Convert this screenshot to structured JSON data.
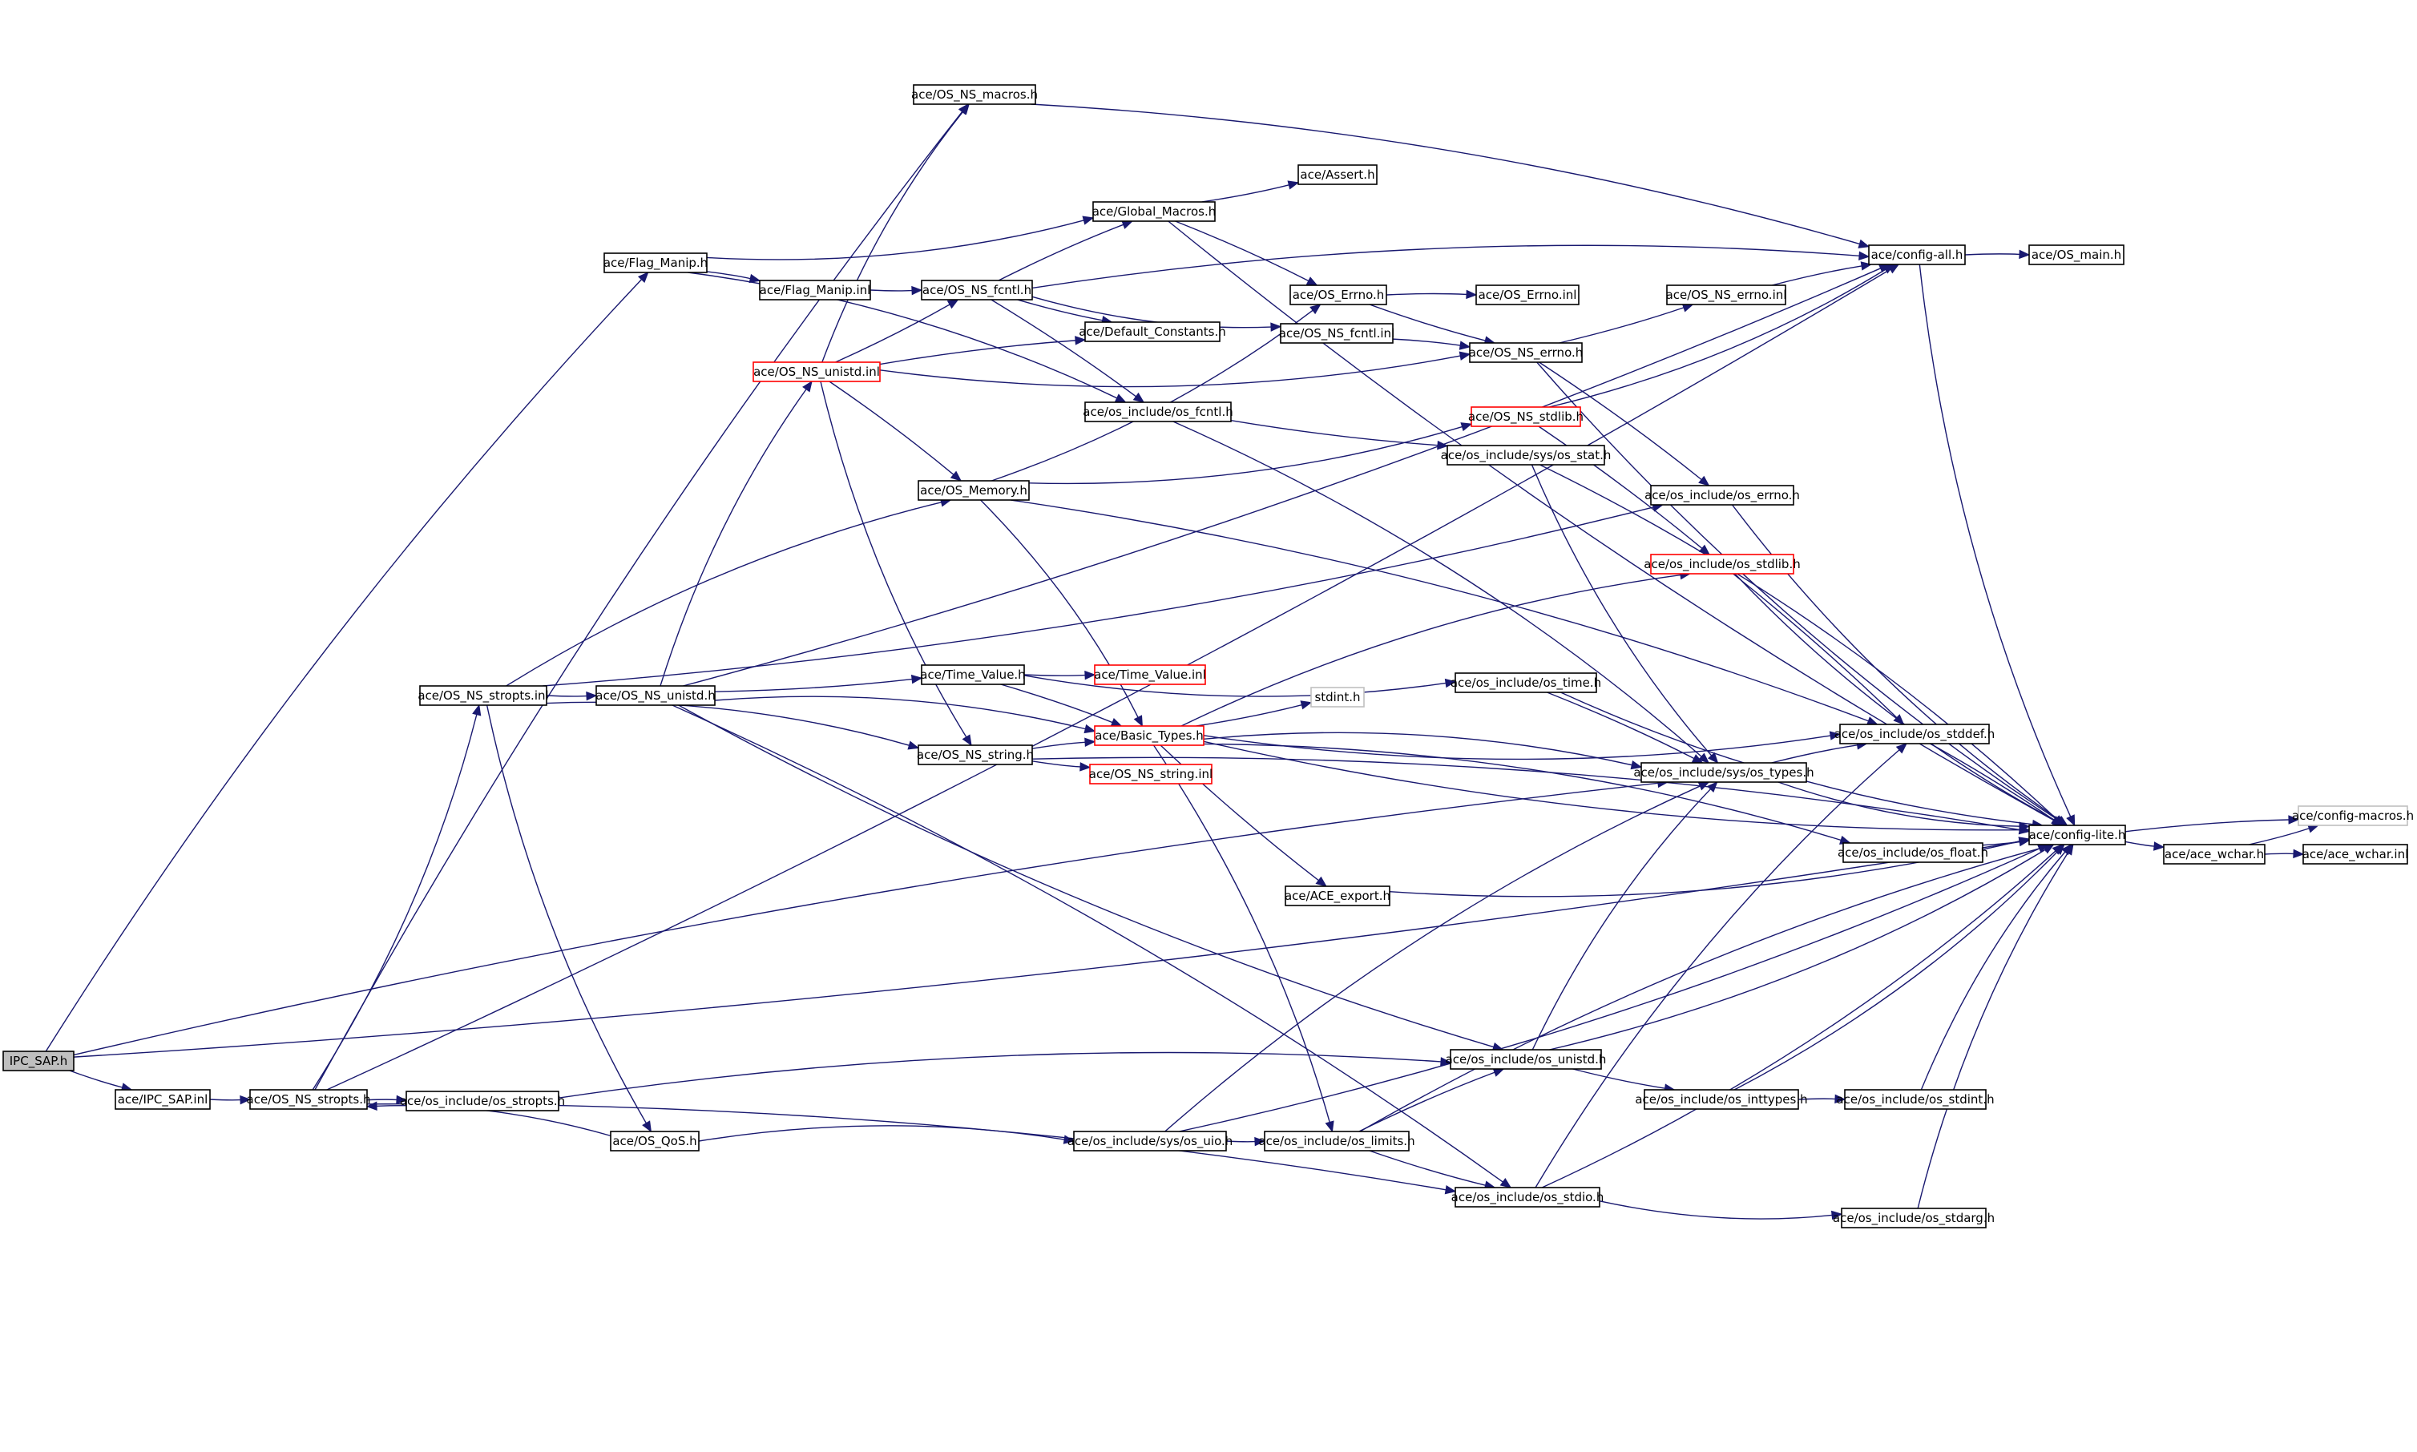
{
  "graph": {
    "title": "",
    "nodes": [
      {
        "id": "ipc_sap_h",
        "label": "IPC_SAP.h",
        "style": "root"
      },
      {
        "id": "ipc_sap_inl",
        "label": "ace/IPC_SAP.inl",
        "style": "normal"
      },
      {
        "id": "os_ns_stropts_h",
        "label": "ace/OS_NS_stropts.h",
        "style": "normal"
      },
      {
        "id": "os_include_os_stropts_h",
        "label": "ace/os_include/os_stropts.h",
        "style": "normal"
      },
      {
        "id": "os_qos_h",
        "label": "ace/OS_QoS.h",
        "style": "normal"
      },
      {
        "id": "os_ns_stropts_inl",
        "label": "ace/OS_NS_stropts.inl",
        "style": "normal"
      },
      {
        "id": "os_ns_unistd_h",
        "label": "ace/OS_NS_unistd.h",
        "style": "normal"
      },
      {
        "id": "flag_manip_h",
        "label": "ace/Flag_Manip.h",
        "style": "normal"
      },
      {
        "id": "flag_manip_inl",
        "label": "ace/Flag_Manip.inl",
        "style": "normal"
      },
      {
        "id": "os_ns_unistd_inl",
        "label": "ace/OS_NS_unistd.inl",
        "style": "red"
      },
      {
        "id": "os_ns_macros_h",
        "label": "ace/OS_NS_macros.h",
        "style": "normal"
      },
      {
        "id": "global_macros_h",
        "label": "ace/Global_Macros.h",
        "style": "normal"
      },
      {
        "id": "os_ns_fcntl_h",
        "label": "ace/OS_NS_fcntl.h",
        "style": "normal"
      },
      {
        "id": "default_constants_h",
        "label": "ace/Default_Constants.h",
        "style": "normal"
      },
      {
        "id": "os_include_os_fcntl_h",
        "label": "ace/os_include/os_fcntl.h",
        "style": "normal"
      },
      {
        "id": "os_memory_h",
        "label": "ace/OS_Memory.h",
        "style": "normal"
      },
      {
        "id": "time_value_h",
        "label": "ace/Time_Value.h",
        "style": "normal"
      },
      {
        "id": "time_value_inl",
        "label": "ace/Time_Value.inl",
        "style": "red"
      },
      {
        "id": "os_ns_string_h",
        "label": "ace/OS_NS_string.h",
        "style": "normal"
      },
      {
        "id": "os_ns_string_inl",
        "label": "ace/OS_NS_string.inl",
        "style": "red"
      },
      {
        "id": "basic_types_h",
        "label": "ace/Basic_Types.h",
        "style": "red"
      },
      {
        "id": "stdint_h",
        "label": "stdint.h",
        "style": "gray"
      },
      {
        "id": "ace_export_h",
        "label": "ace/ACE_export.h",
        "style": "normal"
      },
      {
        "id": "assert_h",
        "label": "ace/Assert.h",
        "style": "normal"
      },
      {
        "id": "os_errno_h",
        "label": "ace/OS_Errno.h",
        "style": "normal"
      },
      {
        "id": "os_errno_inl",
        "label": "ace/OS_Errno.inl",
        "style": "normal"
      },
      {
        "id": "os_ns_fcntl_inl",
        "label": "ace/OS_NS_fcntl.inl",
        "style": "normal"
      },
      {
        "id": "os_ns_errno_h",
        "label": "ace/OS_NS_errno.h",
        "style": "normal"
      },
      {
        "id": "os_ns_errno_inl",
        "label": "ace/OS_NS_errno.inl",
        "style": "normal"
      },
      {
        "id": "os_ns_stdlib_h",
        "label": "ace/OS_NS_stdlib.h",
        "style": "red"
      },
      {
        "id": "sys_os_stat_h",
        "label": "ace/os_include/sys/os_stat.h",
        "style": "normal"
      },
      {
        "id": "os_include_os_errno_h",
        "label": "ace/os_include/os_errno.h",
        "style": "normal"
      },
      {
        "id": "os_include_os_stdlib_h",
        "label": "ace/os_include/os_stdlib.h",
        "style": "red"
      },
      {
        "id": "os_include_os_time_h",
        "label": "ace/os_include/os_time.h",
        "style": "normal"
      },
      {
        "id": "os_include_os_stddef_h",
        "label": "ace/os_include/os_stddef.h",
        "style": "normal"
      },
      {
        "id": "sys_os_types_h",
        "label": "ace/os_include/sys/os_types.h",
        "style": "normal"
      },
      {
        "id": "os_include_os_float_h",
        "label": "ace/os_include/os_float.h",
        "style": "normal"
      },
      {
        "id": "config_all_h",
        "label": "ace/config-all.h",
        "style": "normal"
      },
      {
        "id": "os_main_h",
        "label": "ace/OS_main.h",
        "style": "normal"
      },
      {
        "id": "config_lite_h",
        "label": "ace/config-lite.h",
        "style": "normal"
      },
      {
        "id": "config_macros_h",
        "label": "ace/config-macros.h",
        "style": "gray"
      },
      {
        "id": "ace_wchar_h",
        "label": "ace/ace_wchar.h",
        "style": "normal"
      },
      {
        "id": "ace_wchar_inl",
        "label": "ace/ace_wchar.inl",
        "style": "normal"
      },
      {
        "id": "os_include_os_unistd_h",
        "label": "ace/os_include/os_unistd.h",
        "style": "normal"
      },
      {
        "id": "os_include_os_inttypes_h",
        "label": "ace/os_include/os_inttypes.h",
        "style": "normal"
      },
      {
        "id": "os_include_os_stdint_h",
        "label": "ace/os_include/os_stdint.h",
        "style": "normal"
      },
      {
        "id": "sys_os_uio_h",
        "label": "ace/os_include/sys/os_uio.h",
        "style": "normal"
      },
      {
        "id": "os_include_os_limits_h",
        "label": "ace/os_include/os_limits.h",
        "style": "normal"
      },
      {
        "id": "os_include_os_stdio_h",
        "label": "ace/os_include/os_stdio.h",
        "style": "normal"
      },
      {
        "id": "os_include_os_stdarg_h",
        "label": "ace/os_include/os_stdarg.h",
        "style": "normal"
      }
    ],
    "edges": [
      [
        "ipc_sap_h",
        "ipc_sap_inl"
      ],
      [
        "ipc_sap_h",
        "flag_manip_h"
      ],
      [
        "ipc_sap_h",
        "config_lite_h"
      ],
      [
        "ipc_sap_h",
        "sys_os_types_h"
      ],
      [
        "ipc_sap_inl",
        "os_ns_stropts_h"
      ],
      [
        "os_ns_stropts_h",
        "os_include_os_stropts_h"
      ],
      [
        "os_ns_stropts_h",
        "os_ns_stropts_inl"
      ],
      [
        "os_ns_stropts_h",
        "os_ns_macros_h"
      ],
      [
        "os_ns_stropts_h",
        "config_all_h"
      ],
      [
        "os_ns_stropts_h",
        "os_include_os_stdio_h"
      ],
      [
        "os_qos_h",
        "os_ns_stropts_h"
      ],
      [
        "os_qos_h",
        "sys_os_uio_h"
      ],
      [
        "os_ns_stropts_inl",
        "os_ns_unistd_h"
      ],
      [
        "os_ns_stropts_inl",
        "os_ns_string_h"
      ],
      [
        "os_ns_stropts_inl",
        "os_qos_h"
      ],
      [
        "os_ns_stropts_inl",
        "os_memory_h"
      ],
      [
        "os_ns_stropts_inl",
        "os_include_os_errno_h"
      ],
      [
        "os_ns_unistd_h",
        "os_ns_unistd_inl"
      ],
      [
        "os_ns_unistd_h",
        "time_value_h"
      ],
      [
        "os_ns_unistd_h",
        "basic_types_h"
      ],
      [
        "os_ns_unistd_h",
        "os_include_os_unistd_h"
      ],
      [
        "os_ns_unistd_h",
        "os_include_os_stdio_h"
      ],
      [
        "os_ns_unistd_h",
        "config_all_h"
      ],
      [
        "flag_manip_h",
        "flag_manip_inl"
      ],
      [
        "flag_manip_h",
        "global_macros_h"
      ],
      [
        "flag_manip_h",
        "os_include_os_fcntl_h"
      ],
      [
        "flag_manip_inl",
        "os_ns_fcntl_h"
      ],
      [
        "os_ns_unistd_inl",
        "os_ns_macros_h"
      ],
      [
        "os_ns_unistd_inl",
        "os_ns_fcntl_h"
      ],
      [
        "os_ns_unistd_inl",
        "default_constants_h"
      ],
      [
        "os_ns_unistd_inl",
        "os_ns_errno_h"
      ],
      [
        "os_ns_unistd_inl",
        "os_memory_h"
      ],
      [
        "os_ns_unistd_inl",
        "os_ns_string_h"
      ],
      [
        "os_ns_macros_h",
        "config_all_h"
      ],
      [
        "global_macros_h",
        "assert_h"
      ],
      [
        "global_macros_h",
        "os_errno_h"
      ],
      [
        "global_macros_h",
        "config_lite_h"
      ],
      [
        "os_ns_fcntl_h",
        "global_macros_h"
      ],
      [
        "os_ns_fcntl_h",
        "default_constants_h"
      ],
      [
        "os_ns_fcntl_h",
        "os_include_os_fcntl_h"
      ],
      [
        "os_ns_fcntl_h",
        "os_ns_fcntl_inl"
      ],
      [
        "os_ns_fcntl_h",
        "config_all_h"
      ],
      [
        "os_include_os_fcntl_h",
        "sys_os_stat_h"
      ],
      [
        "os_include_os_fcntl_h",
        "sys_os_types_h"
      ],
      [
        "os_memory_h",
        "os_errno_h"
      ],
      [
        "os_memory_h",
        "basic_types_h"
      ],
      [
        "os_memory_h",
        "os_ns_stdlib_h"
      ],
      [
        "os_memory_h",
        "os_include_os_stddef_h"
      ],
      [
        "time_value_h",
        "time_value_inl"
      ],
      [
        "time_value_h",
        "basic_types_h"
      ],
      [
        "time_value_h",
        "os_include_os_time_h"
      ],
      [
        "os_ns_string_h",
        "basic_types_h"
      ],
      [
        "os_ns_string_h",
        "os_ns_string_inl"
      ],
      [
        "os_ns_string_h",
        "config_lite_h"
      ],
      [
        "basic_types_h",
        "stdint_h"
      ],
      [
        "basic_types_h",
        "os_include_os_stdlib_h"
      ],
      [
        "basic_types_h",
        "os_include_os_stddef_h"
      ],
      [
        "basic_types_h",
        "sys_os_types_h"
      ],
      [
        "basic_types_h",
        "config_lite_h"
      ],
      [
        "basic_types_h",
        "os_include_os_float_h"
      ],
      [
        "basic_types_h",
        "ace_export_h"
      ],
      [
        "basic_types_h",
        "os_include_os_limits_h"
      ],
      [
        "ace_export_h",
        "config_lite_h"
      ],
      [
        "os_errno_h",
        "os_errno_inl"
      ],
      [
        "os_errno_h",
        "os_ns_errno_h"
      ],
      [
        "os_ns_fcntl_inl",
        "os_ns_errno_h"
      ],
      [
        "os_ns_errno_h",
        "os_ns_errno_inl"
      ],
      [
        "os_ns_errno_h",
        "os_include_os_errno_h"
      ],
      [
        "os_ns_errno_h",
        "config_lite_h"
      ],
      [
        "os_ns_errno_inl",
        "config_all_h"
      ],
      [
        "os_ns_stdlib_h",
        "config_all_h"
      ],
      [
        "os_ns_stdlib_h",
        "os_include_os_stdlib_h"
      ],
      [
        "sys_os_stat_h",
        "sys_os_types_h"
      ],
      [
        "sys_os_stat_h",
        "config_lite_h"
      ],
      [
        "os_include_os_errno_h",
        "config_lite_h"
      ],
      [
        "os_include_os_stdlib_h",
        "os_include_os_stddef_h"
      ],
      [
        "os_include_os_stdlib_h",
        "config_lite_h"
      ],
      [
        "os_include_os_time_h",
        "sys_os_types_h"
      ],
      [
        "os_include_os_time_h",
        "config_lite_h"
      ],
      [
        "sys_os_types_h",
        "os_include_os_stddef_h"
      ],
      [
        "sys_os_types_h",
        "config_lite_h"
      ],
      [
        "os_include_os_stddef_h",
        "config_lite_h"
      ],
      [
        "os_include_os_float_h",
        "config_lite_h"
      ],
      [
        "config_all_h",
        "os_main_h"
      ],
      [
        "config_all_h",
        "config_lite_h"
      ],
      [
        "config_lite_h",
        "config_macros_h"
      ],
      [
        "config_lite_h",
        "ace_wchar_h"
      ],
      [
        "ace_wchar_h",
        "ace_wchar_inl"
      ],
      [
        "ace_wchar_h",
        "config_macros_h"
      ],
      [
        "os_include_os_stropts_h",
        "os_include_os_unistd_h"
      ],
      [
        "os_include_os_unistd_h",
        "os_include_os_inttypes_h"
      ],
      [
        "os_include_os_unistd_h",
        "sys_os_types_h"
      ],
      [
        "os_include_os_unistd_h",
        "config_lite_h"
      ],
      [
        "os_include_os_inttypes_h",
        "os_include_os_stdint_h"
      ],
      [
        "os_include_os_inttypes_h",
        "config_lite_h"
      ],
      [
        "os_include_os_stdint_h",
        "config_lite_h"
      ],
      [
        "sys_os_uio_h",
        "os_include_os_limits_h"
      ],
      [
        "sys_os_uio_h",
        "sys_os_types_h"
      ],
      [
        "sys_os_uio_h",
        "config_lite_h"
      ],
      [
        "os_include_os_limits_h",
        "os_include_os_unistd_h"
      ],
      [
        "os_include_os_limits_h",
        "os_include_os_stdio_h"
      ],
      [
        "os_include_os_limits_h",
        "config_lite_h"
      ],
      [
        "os_include_os_stdio_h",
        "os_include_os_stdarg_h"
      ],
      [
        "os_include_os_stdio_h",
        "os_include_os_stddef_h"
      ],
      [
        "os_include_os_stdio_h",
        "config_lite_h"
      ],
      [
        "os_include_os_stdarg_h",
        "config_lite_h"
      ]
    ]
  }
}
